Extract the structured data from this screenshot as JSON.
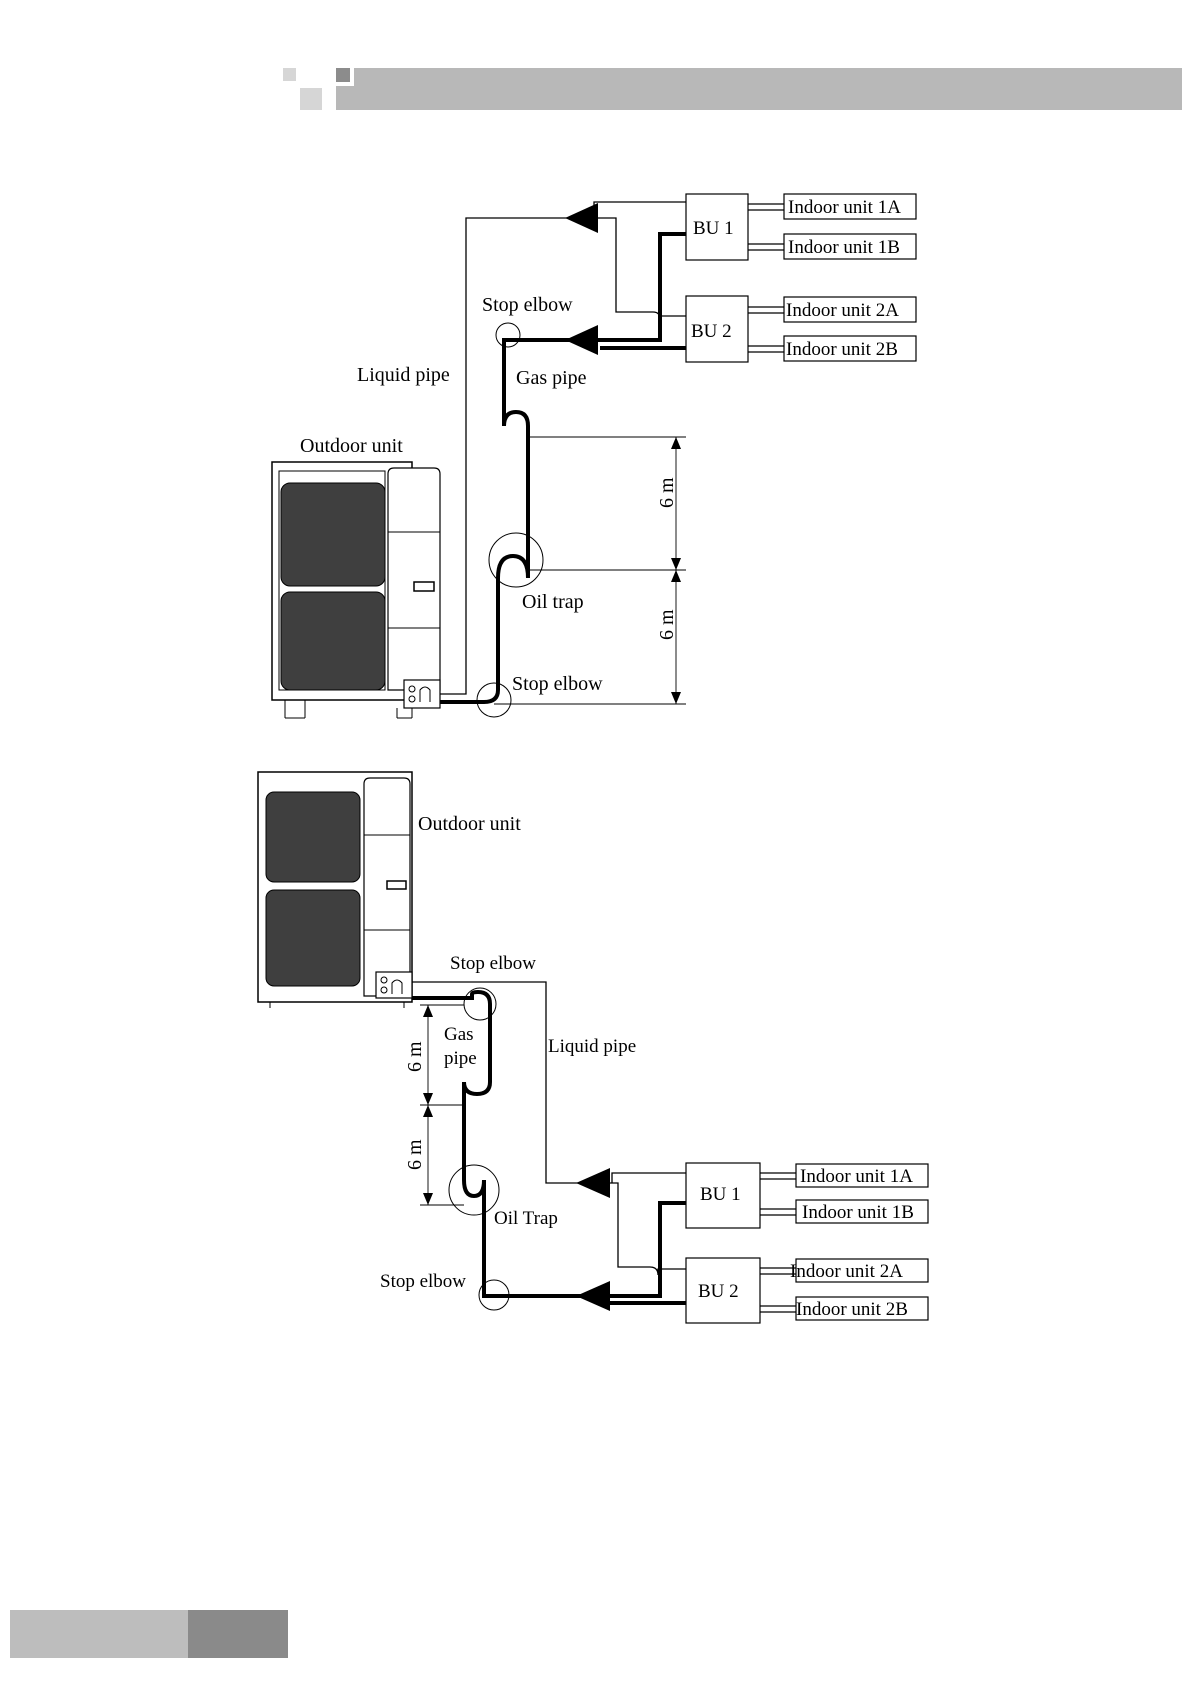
{
  "colors": {
    "header_bar": "#b8b8b8",
    "header_square_dark": "#8c8c8c",
    "header_square_light": "#d6d6d6",
    "footer_light": "#bdbdbd",
    "footer_dark": "#8a8a8a",
    "fan_panel": "#3f3f3f",
    "line": "#000000"
  },
  "diagram_top": {
    "outdoor_unit": "Outdoor unit",
    "liquid_pipe": "Liquid pipe",
    "gas_pipe": "Gas pipe",
    "stop_elbow_upper": "Stop elbow",
    "stop_elbow_lower": "Stop elbow",
    "oil_trap": "Oil trap",
    "dim_upper": "6 m",
    "dim_lower": "6 m",
    "bu1": "BU 1",
    "bu2": "BU 2",
    "indoor_1a": "Indoor unit 1A",
    "indoor_1b": "Indoor unit 1B",
    "indoor_2a": "Indoor unit 2A",
    "indoor_2b": "Indoor unit 2B"
  },
  "diagram_bottom": {
    "outdoor_unit": "Outdoor  unit",
    "stop_elbow_upper": "Stop  elbow",
    "gas_pipe_line1": "Gas",
    "gas_pipe_line2": "pipe",
    "liquid_pipe": "Liquid  pipe",
    "dim_upper": "6 m",
    "dim_lower": "6 m",
    "oil_trap": "Oil  Trap",
    "stop_elbow_lower": "Stop  elbow",
    "bu1": "BU 1",
    "bu2": "BU 2",
    "indoor_1a": "Indoor unit 1A",
    "indoor_1b": "Indoor unit 1B",
    "indoor_2a": "Indoor unit  2A",
    "indoor_2b": "Indoor unit 2B"
  }
}
